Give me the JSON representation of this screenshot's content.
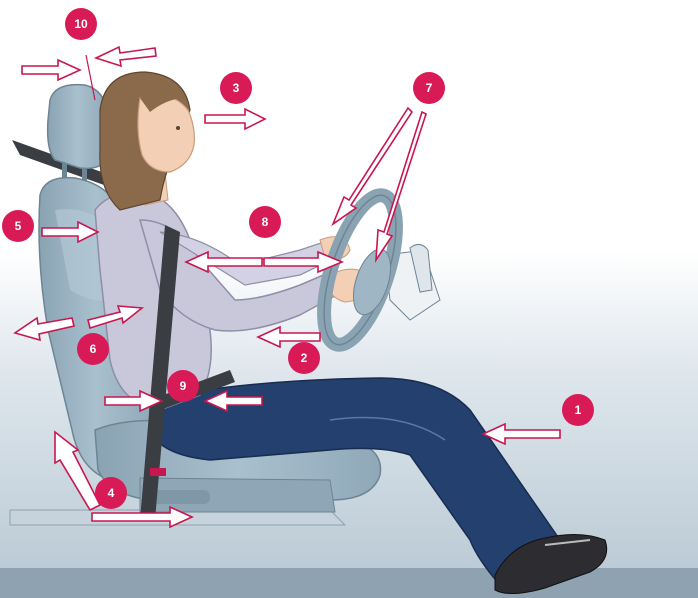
{
  "colors": {
    "badge": "#d81b57",
    "arrow_fill": "#ffffff",
    "arrow_stroke": "#c8174f",
    "seat": "#9fb6c4",
    "seat_dark": "#7f98a8",
    "jeans": "#24406e",
    "sweater": "#c9c8db",
    "hair": "#8a6a4a",
    "skin": "#f3cfb5",
    "floor": "#a9b9c6",
    "floor_band": "#8ea2b2",
    "belt": "#3a3d42"
  },
  "markers": {
    "m1": "1",
    "m2": "2",
    "m3": "3",
    "m4": "4",
    "m5": "5",
    "m6": "6",
    "m7": "7",
    "m8": "8",
    "m9": "9",
    "m10": "10"
  }
}
